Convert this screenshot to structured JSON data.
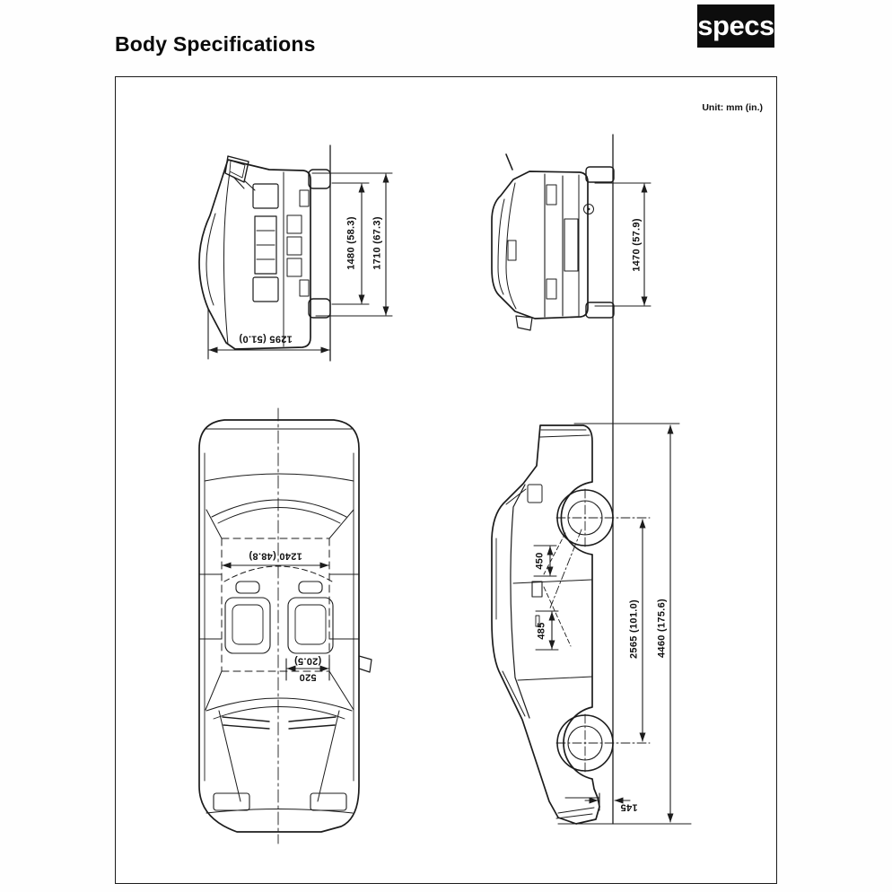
{
  "header": {
    "title": "Body Specifications",
    "logo_text": "specs"
  },
  "sheet": {
    "unit_note": "Unit: mm (in.)",
    "front_view": {
      "width_inner": "1480 (58.3)",
      "width_overall": "1710 (67.3)",
      "height": "1295 (51.0)"
    },
    "rear_view": {
      "width": "1470 (57.9)"
    },
    "top_view": {
      "interior_width": "1240 (48.8)",
      "seat_mm": "520",
      "seat_in": "(20.5)"
    },
    "side_view": {
      "dim_upper": "450",
      "dim_lower": "485",
      "wheelbase": "2565 (101.0)",
      "length_overall": "4460 (175.6)",
      "clearance": "145"
    }
  }
}
